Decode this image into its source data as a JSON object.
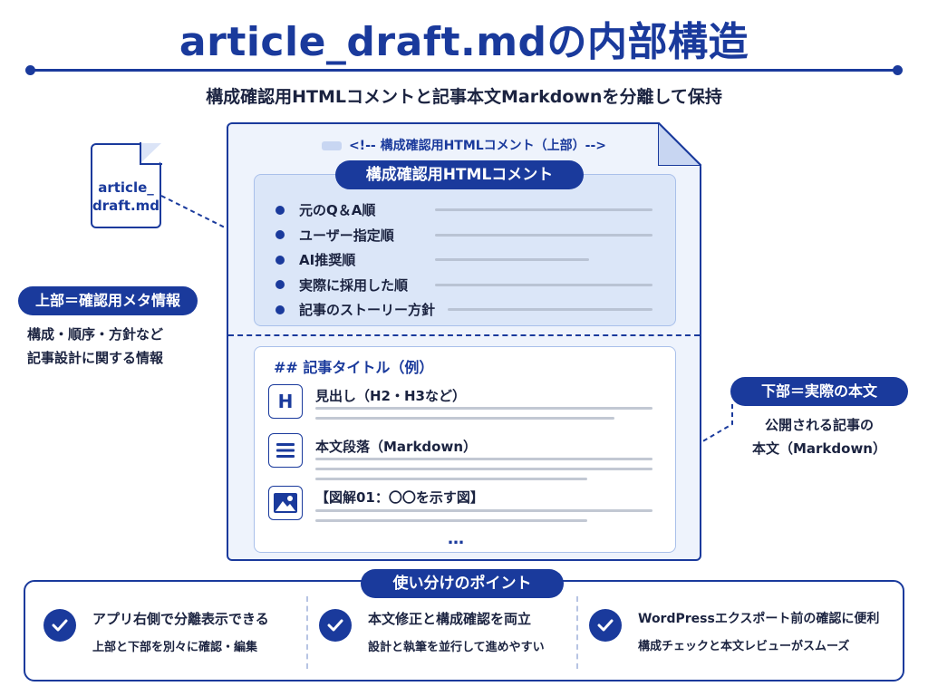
{
  "header": {
    "title": "article_draft.mdの内部構造",
    "subtitle": "構成確認用HTMLコメントと記事本文Markdownを分離して保持"
  },
  "file": {
    "name_line1": "article_",
    "name_line2": "draft.md"
  },
  "left_callout": {
    "label": "上部＝確認用メタ情報",
    "desc_line1": "構成・順序・方針など",
    "desc_line2": "記事設計に関する情報"
  },
  "right_callout": {
    "label": "下部＝実際の本文",
    "desc_line1": "公開される記事の",
    "desc_line2": "本文（Markdown）"
  },
  "document": {
    "comment_marker": "<!-- 構成確認用HTMLコメント（上部）-->",
    "upper_label": "構成確認用HTMLコメント",
    "meta_items": [
      {
        "text": "元のQ＆A順"
      },
      {
        "text": "ユーザー指定順"
      },
      {
        "text": "AI推奨順"
      },
      {
        "text": "実際に採用した順"
      },
      {
        "text": "記事のストーリー方針"
      }
    ],
    "article_title": "## 記事タイトル（例）",
    "sections": [
      {
        "icon": "heading-icon",
        "icon_text": "H",
        "label": "見出し（H2・H3など）"
      },
      {
        "icon": "paragraph-icon",
        "label": "本文段落（Markdown）"
      },
      {
        "icon": "image-icon",
        "label": "【図解01：〇〇を示す図】"
      }
    ],
    "ellipsis": "…"
  },
  "points": {
    "title": "使い分けのポイント",
    "items": [
      {
        "title": "アプリ右側で分離表示できる",
        "sub": "上部と下部を別々に確認・編集"
      },
      {
        "title": "本文修正と構成確認を両立",
        "sub": "設計と執筆を並行して進めやすい"
      },
      {
        "title": "WordPressエクスポート前の確認に便利",
        "sub": "構成チェックと本文レビューがスムーズ"
      }
    ]
  },
  "colors": {
    "accent": "#1a3a9c",
    "panel_bg": "#eef3fc",
    "meta_bg": "#dbe6f8",
    "line_grey": "#c2c8d3"
  }
}
